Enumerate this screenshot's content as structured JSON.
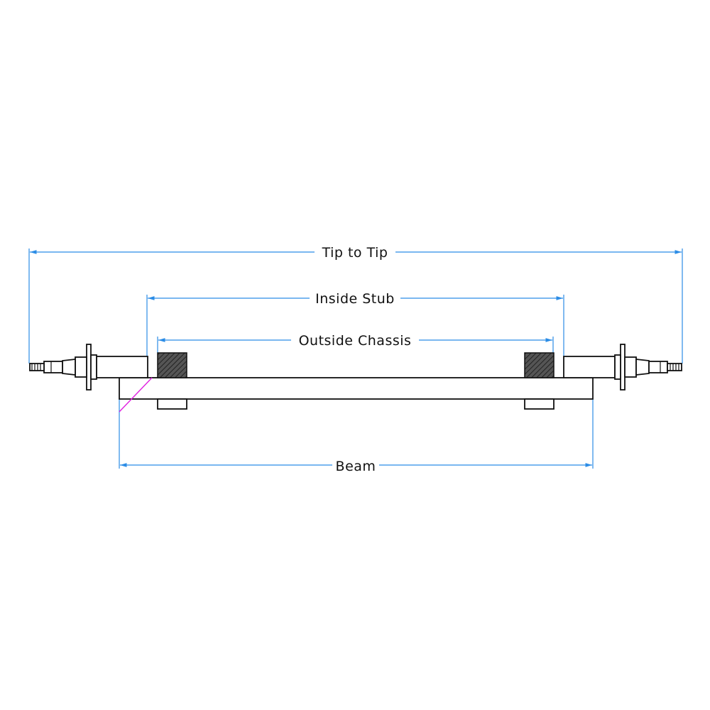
{
  "dimensions": {
    "tip_to_tip": "Tip to Tip",
    "inside_stub": "Inside Stub",
    "outside_chassis": "Outside Chassis",
    "beam": "Beam"
  },
  "colors": {
    "dimension_line": "#2b8ce6",
    "part_outline": "#111111",
    "weld_mark": "#e020e0",
    "chassis_block": "#444444"
  }
}
